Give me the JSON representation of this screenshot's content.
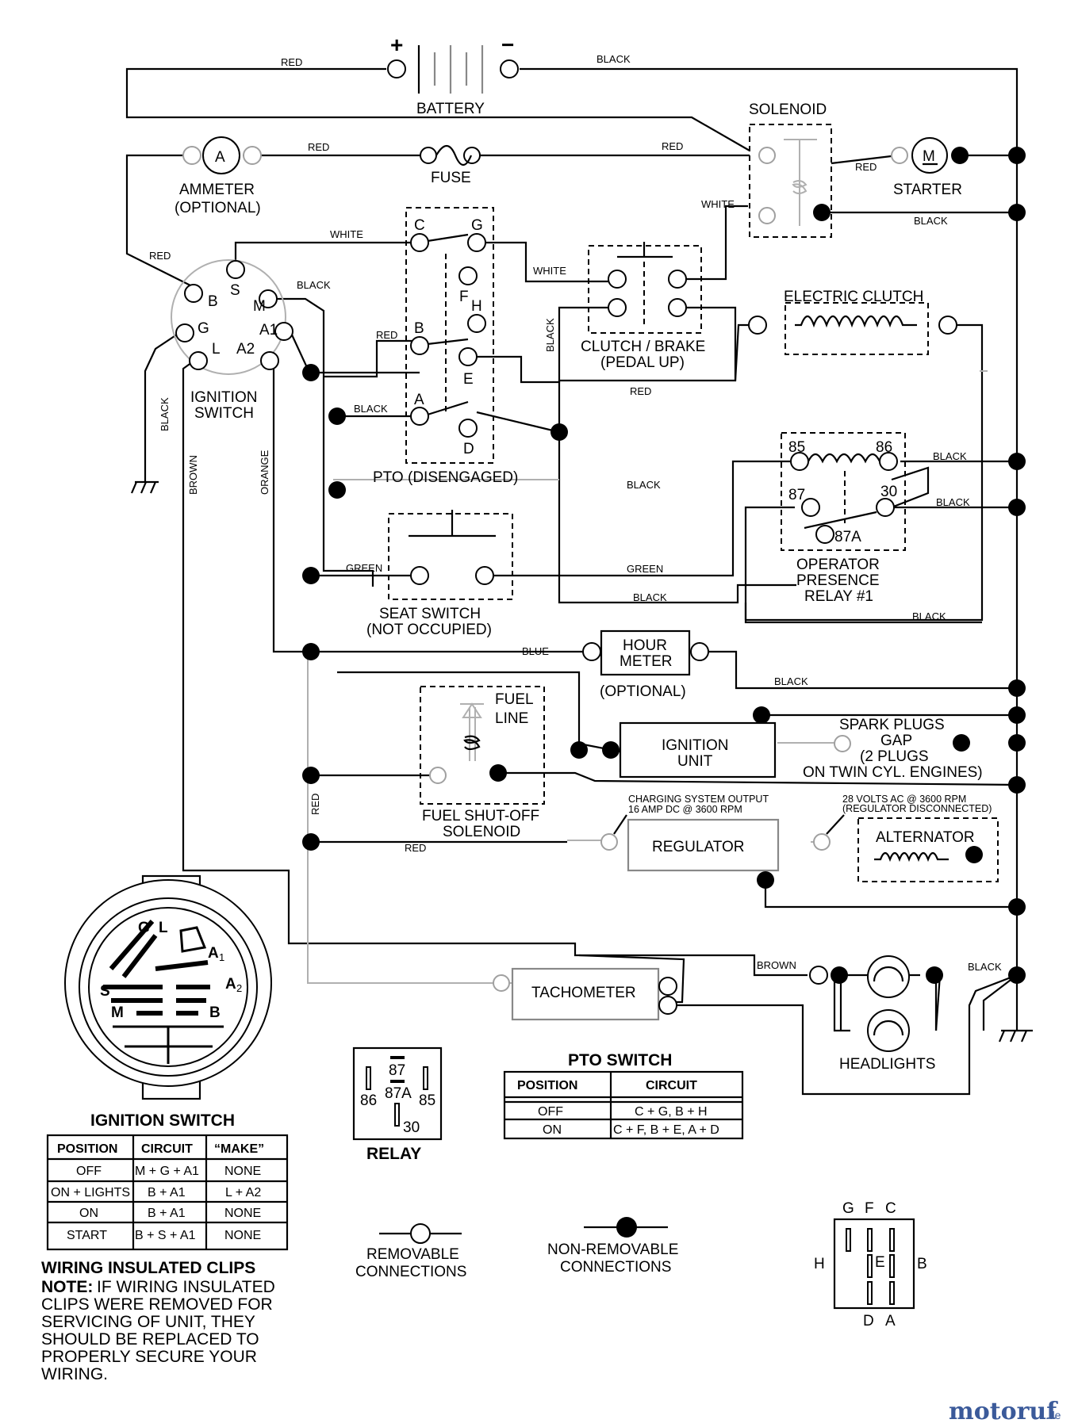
{
  "labels": {
    "battery": "BATTERY",
    "plus": "+",
    "minus": "−",
    "solenoid": "SOLENOID",
    "ammeter_1": "AMMETER",
    "ammeter_2": "(OPTIONAL)",
    "ammeter_symbol": "A",
    "fuse": "FUSE",
    "starter": "STARTER",
    "starter_symbol": "M",
    "ignition_switch_1": "IGNITION",
    "ignition_switch_2": "SWITCH",
    "clutch_brake_1": "CLUTCH / BRAKE",
    "clutch_brake_2": "(PEDAL UP)",
    "electric_clutch": "ELECTRIC CLUTCH",
    "pto_disengaged": "PTO (DISENGAGED)",
    "seat_switch_1": "SEAT SWITCH",
    "seat_switch_2": "(NOT OCCUPIED)",
    "opr_1": "OPERATOR",
    "opr_2": "PRESENCE",
    "opr_3": "RELAY #1",
    "hour_meter_1": "HOUR",
    "hour_meter_2": "METER",
    "hour_meter_3": "(OPTIONAL)",
    "fuel_line_1": "FUEL",
    "fuel_line_2": "LINE",
    "fuel_sol_1": "FUEL SHUT-OFF",
    "fuel_sol_2": "SOLENOID",
    "ignition_unit_1": "IGNITION",
    "ignition_unit_2": "UNIT",
    "spark_1": "SPARK PLUGS",
    "spark_2": "GAP",
    "spark_3": "(2 PLUGS",
    "spark_4": "ON TWIN CYL. ENGINES)",
    "charging_1": "CHARGING SYSTEM OUTPUT",
    "charging_2": "16 AMP DC @ 3600 RPM",
    "ac_1": "28 VOLTS AC @ 3600 RPM",
    "ac_2": "(REGULATOR DISCONNECTED)",
    "regulator": "REGULATOR",
    "alternator": "ALTERNATOR",
    "tachometer": "TACHOMETER",
    "headlights": "HEADLIGHTS",
    "relay": "RELAY",
    "removable_1": "REMOVABLE",
    "removable_2": "CONNECTIONS",
    "nonremovable_1": "NON-REMOVABLE",
    "nonremovable_2": "CONNECTIONS",
    "watermark": "motoruf",
    "watermark_suffix": ".de"
  },
  "wires": {
    "red": "RED",
    "black": "BLACK",
    "white": "WHITE",
    "green": "GREEN",
    "blue": "BLUE",
    "brown": "BROWN",
    "orange": "ORANGE"
  },
  "ign_terminals": {
    "b": "B",
    "s": "S",
    "m": "M",
    "g": "G",
    "a1": "A1",
    "l": "L",
    "a2": "A2"
  },
  "pto_terminals": {
    "c": "C",
    "g": "G",
    "f": "F",
    "h": "H",
    "b": "B",
    "e": "E",
    "a": "A",
    "d": "D"
  },
  "relay_pins": {
    "p85": "85",
    "p86": "86",
    "p87": "87",
    "p30": "30",
    "p87a": "87A"
  },
  "ign_face": {
    "g": "G",
    "l": "L",
    "a1": "A",
    "a1_sub": "1",
    "s": "S",
    "a2": "A",
    "a2_sub": "2",
    "m": "M",
    "b": "B"
  },
  "pto_face": {
    "g": "G",
    "f": "F",
    "c": "C",
    "h": "H",
    "e": "E",
    "b": "B",
    "d": "D",
    "a": "A"
  },
  "ignition_table": {
    "title": "IGNITION SWITCH",
    "headers": [
      "POSITION",
      "CIRCUIT",
      "“MAKE”"
    ],
    "rows": [
      [
        "OFF",
        "M + G + A1",
        "NONE"
      ],
      [
        "ON + LIGHTS",
        "B + A1",
        "L + A2"
      ],
      [
        "ON",
        "B + A1",
        "NONE"
      ],
      [
        "START",
        "B + S + A1",
        "NONE"
      ]
    ]
  },
  "pto_table": {
    "title": "PTO SWITCH",
    "headers": [
      "POSITION",
      "CIRCUIT"
    ],
    "rows": [
      [
        "OFF",
        "C + G, B + H"
      ],
      [
        "ON",
        "C + F, B + E, A + D"
      ]
    ]
  },
  "note": {
    "title": "WIRING INSULATED CLIPS",
    "label": "NOTE:",
    "line1": "IF WIRING INSULATED",
    "line2": "CLIPS WERE REMOVED FOR",
    "line3": "SERVICING OF UNIT, THEY",
    "line4": "SHOULD BE REPLACED TO",
    "line5": "PROPERLY SECURE YOUR",
    "line6": "WIRING."
  },
  "colors": {
    "ink": "#000000",
    "grey_wire": "#b0b0b0",
    "watermark_blue": "#3b5a9a",
    "watermark_orange": "#e07b1a"
  }
}
